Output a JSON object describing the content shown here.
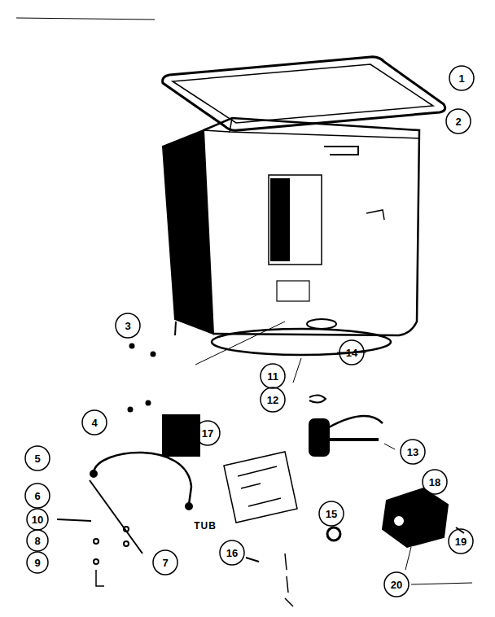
{
  "diagram": {
    "labels": [
      "1",
      "2",
      "3",
      "4",
      "17",
      "11",
      "12",
      "14",
      "5",
      "6",
      "10",
      "8",
      "9",
      "7",
      "13",
      "18",
      "15",
      "19",
      "16",
      "20",
      "TUB"
    ]
  }
}
